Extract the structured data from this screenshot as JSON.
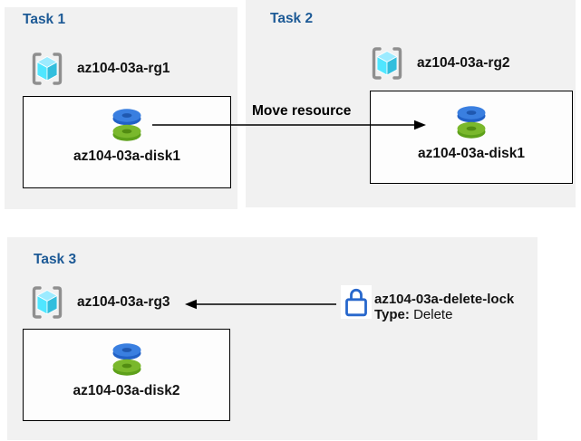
{
  "diagram_title": "Azure resource move and lock lab diagram",
  "colors": {
    "panel_bg": "#f1f1f1",
    "heading_blue": "#1d5a96",
    "box_bg": "#fdfdfd",
    "box_border": "#000000",
    "arrow": "#000000",
    "lock_blue": "#2767cc",
    "bracket_gray": "#8f8f8f",
    "cube_top": "#9cebff",
    "cube_left": "#50e6ff",
    "cube_right": "#32bedd",
    "disk_blue_top": "#3a7fe0",
    "disk_blue_rim": "#2161c6",
    "disk_blue_hole": "#1f58b0",
    "disk_green_top": "#7ab82c",
    "disk_green_rim": "#5da01a",
    "disk_green_hole": "#528c12"
  },
  "icons": {
    "resource_group": "resource-group-icon (cube in gray brackets)",
    "disk": "disk-icon (blue disc stacked on green disc)",
    "lock": "lock-icon (blue outlined padlock)"
  },
  "task1": {
    "title": "Task 1",
    "resource_group": "az104-03a-rg1",
    "resource": "az104-03a-disk1"
  },
  "task2": {
    "title": "Task 2",
    "resource_group": "az104-03a-rg2",
    "resource": "az104-03a-disk1"
  },
  "task3": {
    "title": "Task 3",
    "resource_group": "az104-03a-rg3",
    "resource": "az104-03a-disk2",
    "lock": {
      "name": "az104-03a-delete-lock",
      "type_label": "Type:",
      "type_value": "Delete"
    }
  },
  "arrows": {
    "move": {
      "label": "Move resource",
      "from": "task1 disk",
      "to": "task2 box"
    },
    "lock": {
      "label": "",
      "from": "delete lock",
      "to": "az104-03a-rg3"
    }
  }
}
